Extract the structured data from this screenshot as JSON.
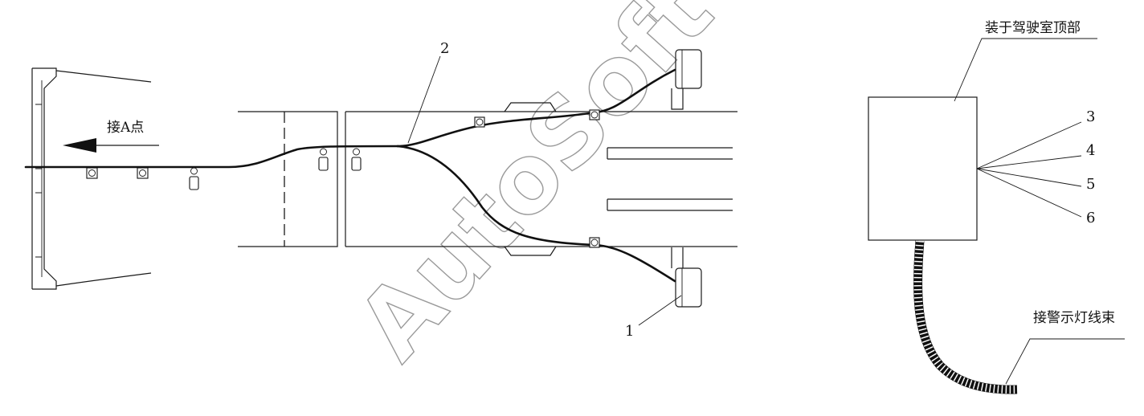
{
  "labels": {
    "connect_a": "接A点",
    "roof_mount": "装于驾驶室顶部",
    "warning_harness": "接警示灯线束"
  },
  "callouts": {
    "n1": "1",
    "n2": "2",
    "n3": "3",
    "n4": "4",
    "n5": "5",
    "n6": "6"
  },
  "watermark": "AutoSoft"
}
